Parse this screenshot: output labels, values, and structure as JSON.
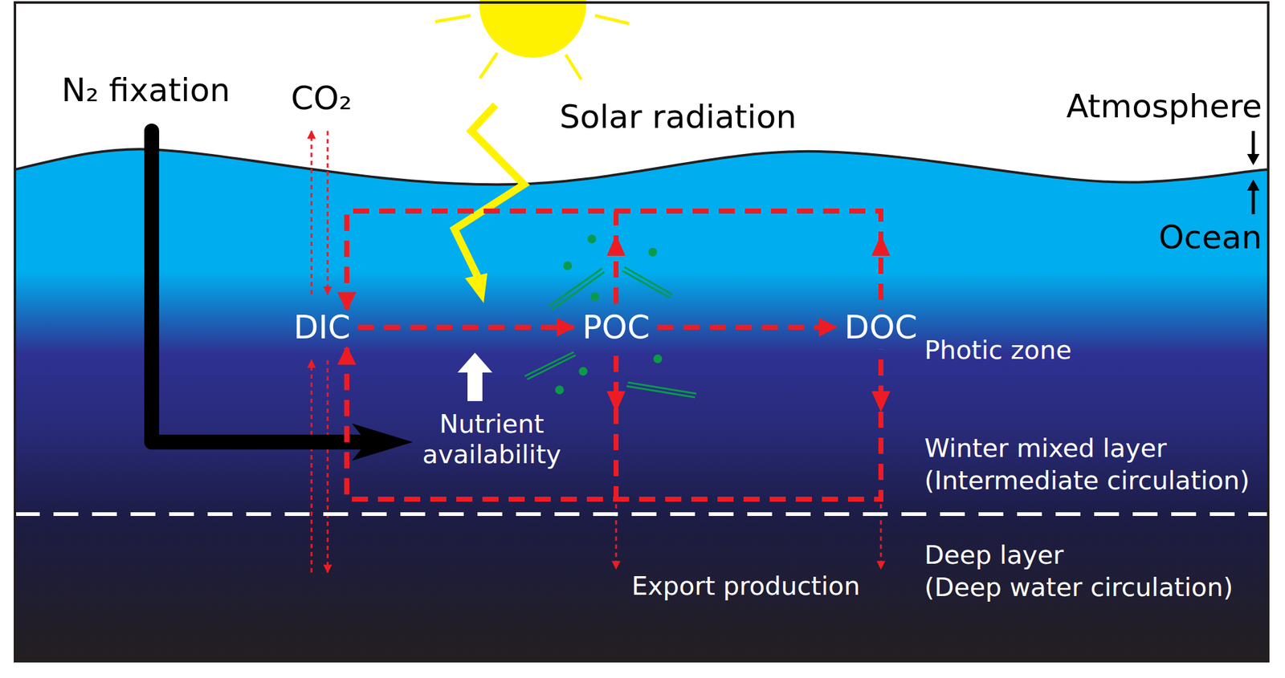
{
  "diagram": {
    "nodes": [
      {
        "text": [
          "DIC"
        ]
      },
      {
        "text": [
          "POC"
        ]
      },
      {
        "text": [
          "DOC"
        ]
      }
    ],
    "edges": [
      {
        "from": 0,
        "to": 1,
        "arrow": "to"
      },
      {
        "from": 1,
        "to": 2,
        "arrow": "to"
      },
      {
        "from": 1,
        "to": 0,
        "arrow": "to"
      },
      {
        "from": 2,
        "to": 0,
        "arrow": "to"
      },
      {
        "from": 1,
        "to": 0,
        "arrow": "to"
      },
      {
        "from": 2,
        "to": 0,
        "arrow": "to"
      }
    ],
    "labels": [
      "N₂ fixation",
      "CO₂",
      "Solar radiation",
      "Atmosphere",
      "Ocean",
      "Photic zone",
      "Nutrient availability",
      "Winter mixed layer",
      "(Intermediate circulation)",
      "Export production",
      "Deep layer",
      "(Deep water circulation)"
    ]
  }
}
